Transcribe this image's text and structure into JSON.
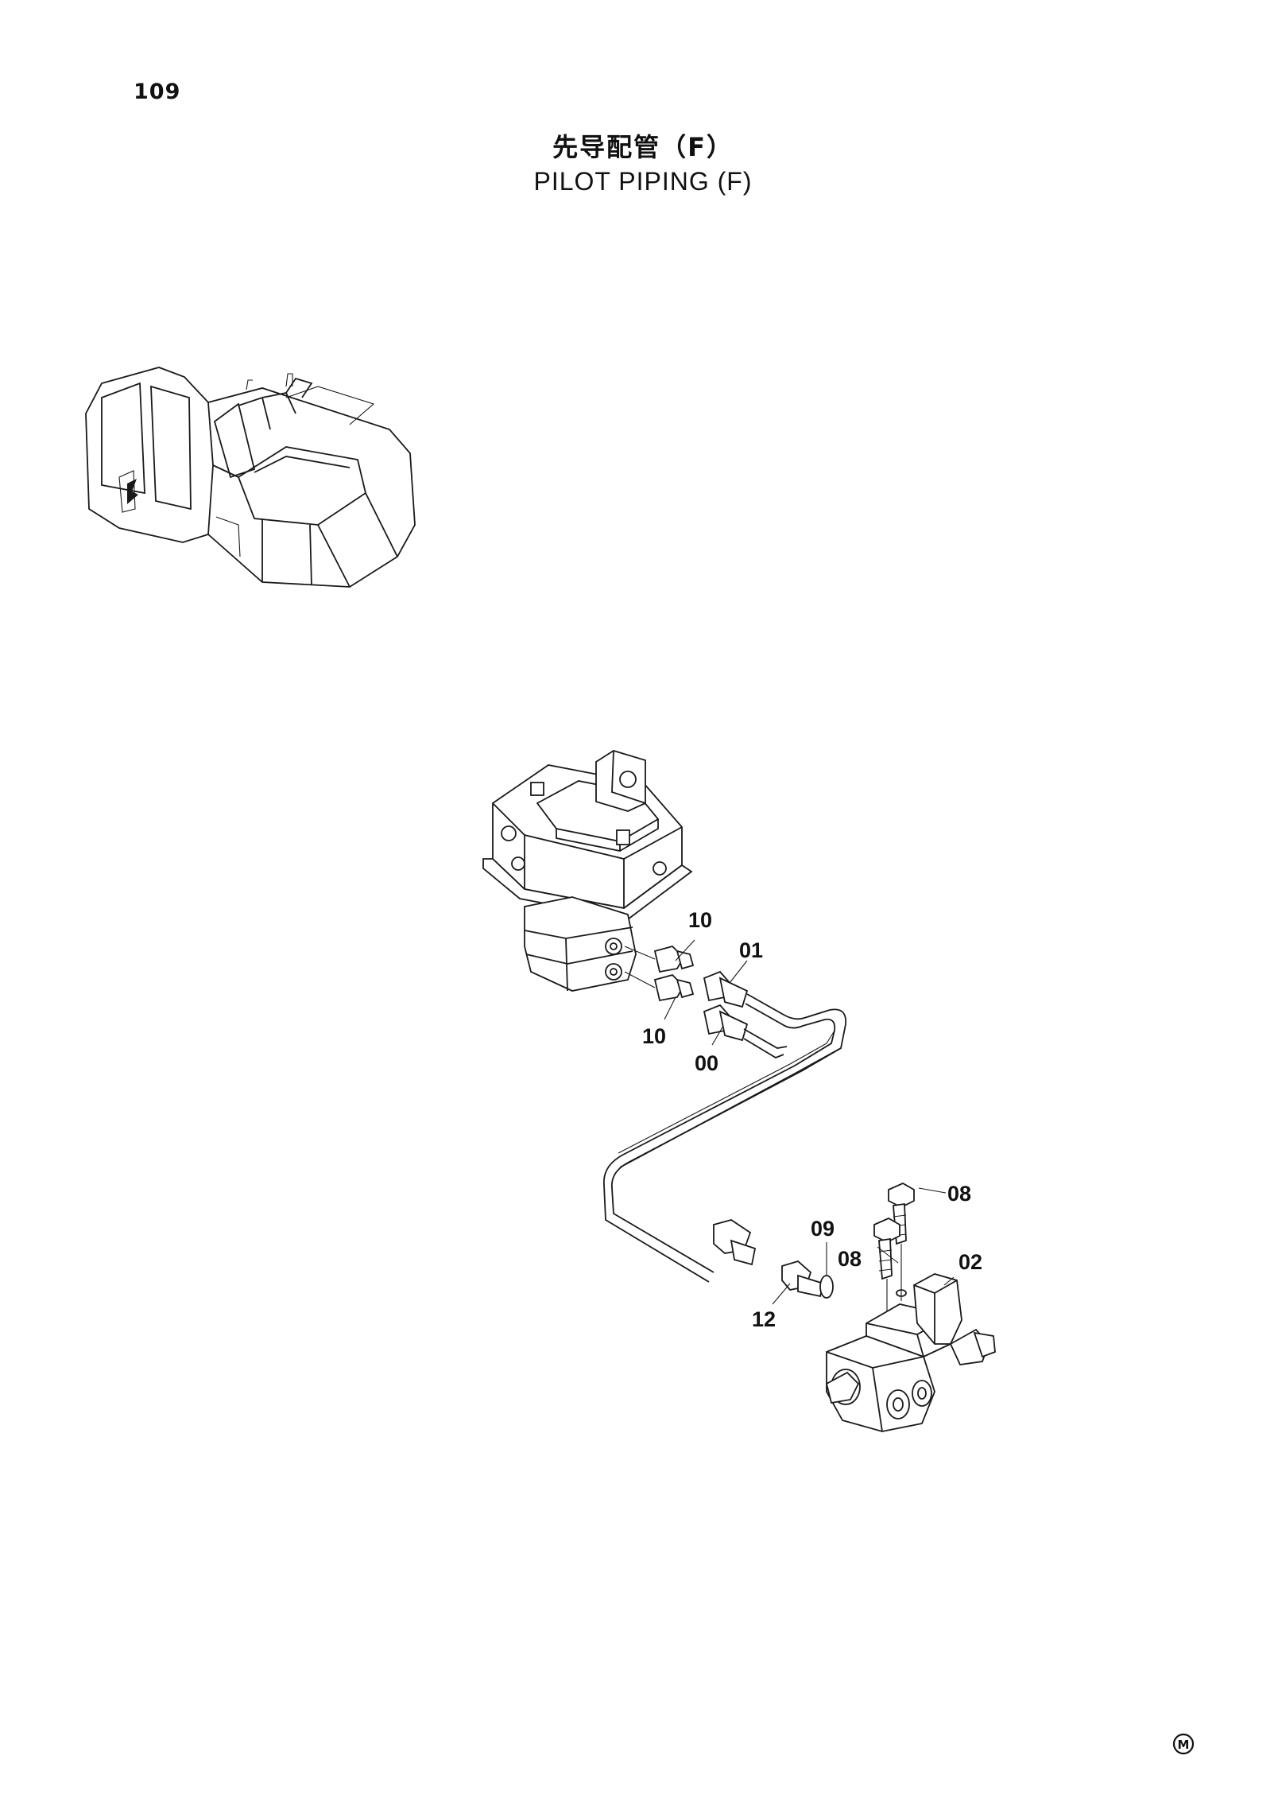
{
  "page": {
    "number": "109"
  },
  "title": {
    "japanese": "先导配管（F）",
    "english": "PILOT PIPING (F)"
  },
  "callouts": [
    {
      "id": "10-upper",
      "label": "10"
    },
    {
      "id": "01",
      "label": "01"
    },
    {
      "id": "10-lower",
      "label": "10"
    },
    {
      "id": "00",
      "label": "00"
    },
    {
      "id": "08-upper",
      "label": "08"
    },
    {
      "id": "09",
      "label": "09"
    },
    {
      "id": "08-lower",
      "label": "08"
    },
    {
      "id": "02",
      "label": "02"
    },
    {
      "id": "12",
      "label": "12"
    }
  ],
  "corner_mark": {
    "label": "M"
  }
}
